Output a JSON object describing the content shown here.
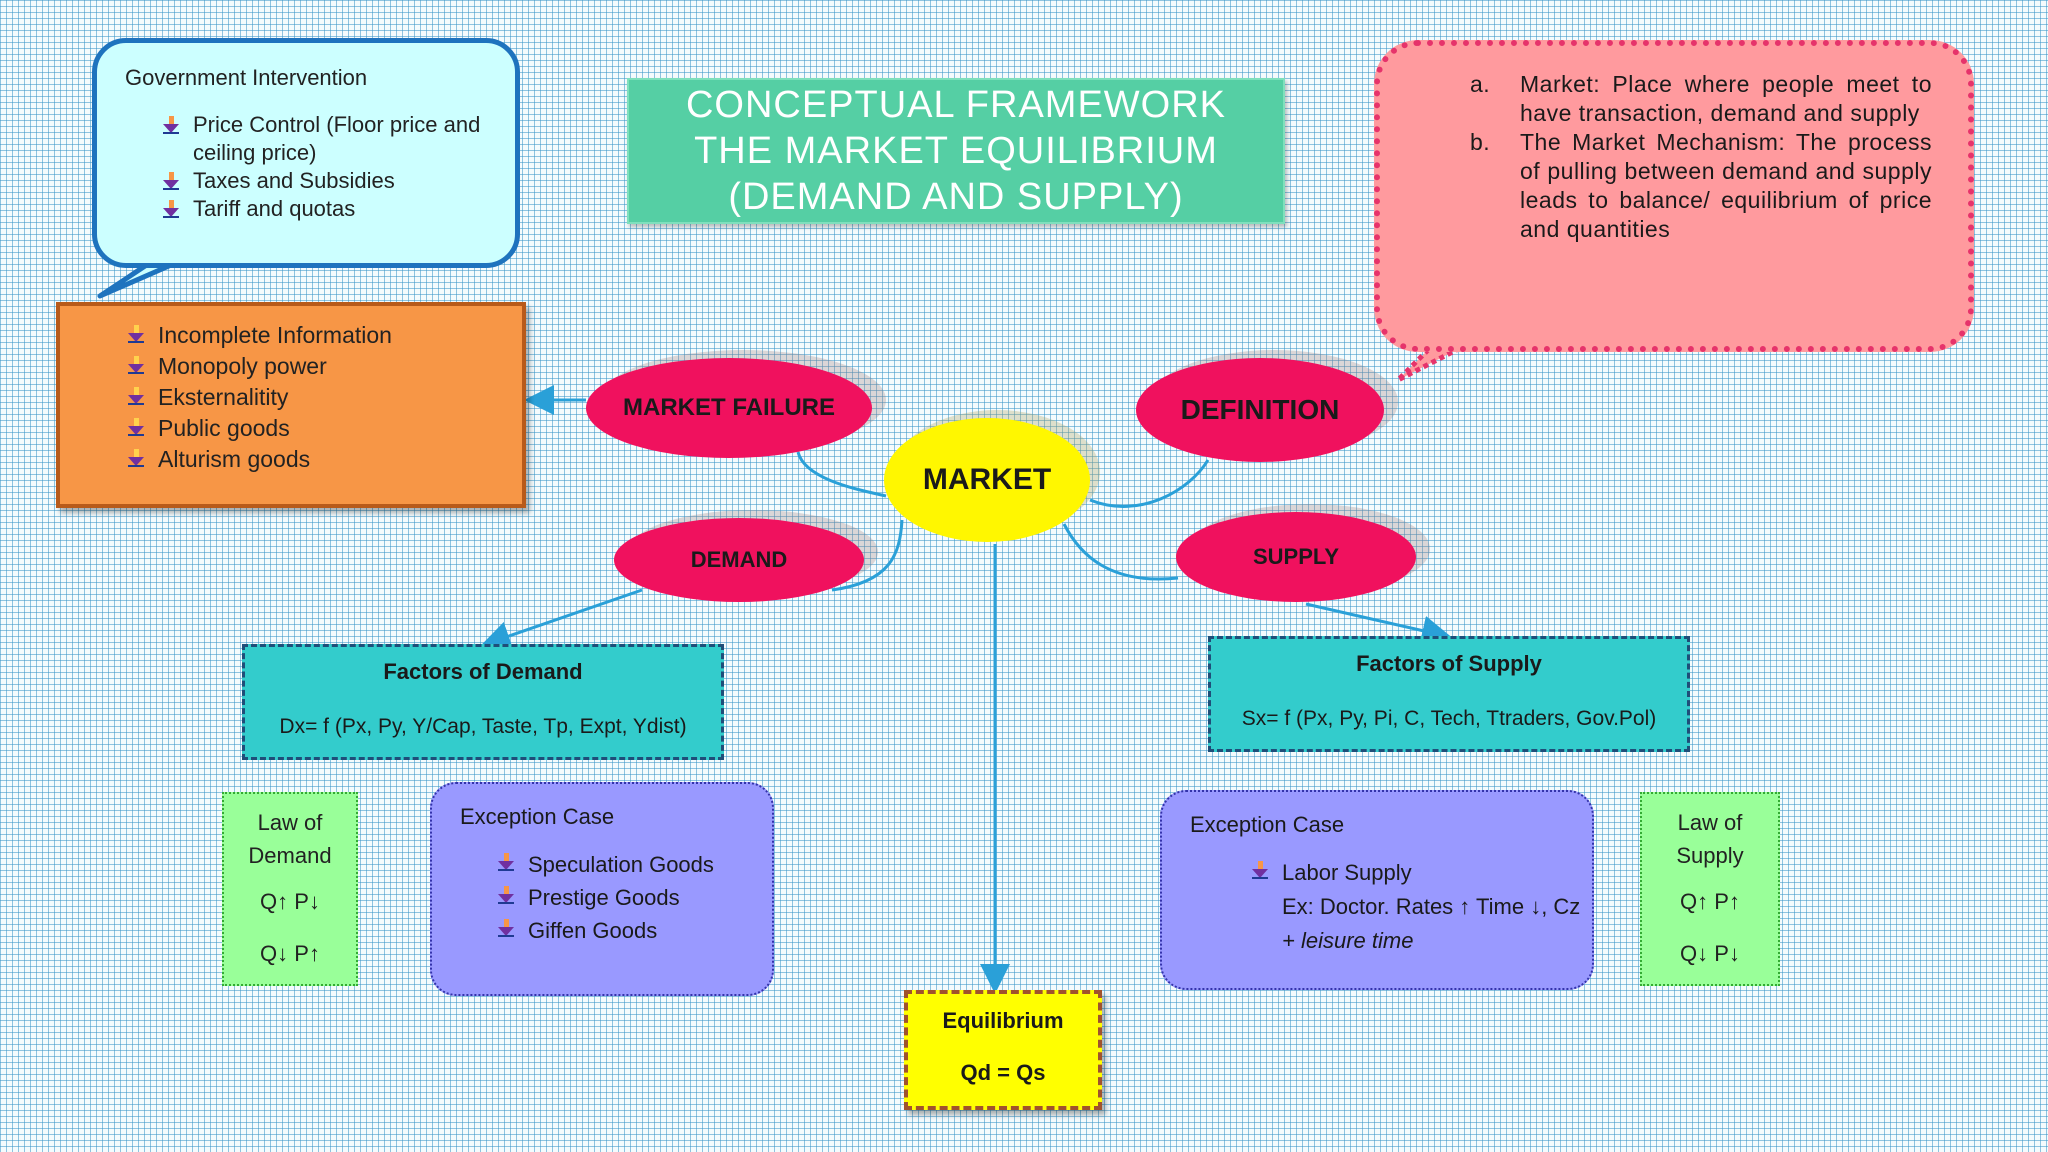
{
  "title": {
    "line1": "CONCEPTUAL FRAMEWORK",
    "line2": "THE MARKET EQUILIBRIUM",
    "line3": "(DEMAND AND SUPPLY)"
  },
  "government_intervention": {
    "heading": "Government Intervention",
    "items": [
      "Price Control (Floor price and ceiling price)",
      "Taxes and Subsidies",
      "Tariff and quotas"
    ]
  },
  "market_failure_causes": {
    "items": [
      "Incomplete Information",
      "Monopoly power",
      "Eksternalitity",
      "Public goods",
      "Alturism goods"
    ]
  },
  "definition_callout": {
    "items": [
      {
        "marker": "a.",
        "text": "Market: Place where people meet to have transaction, demand and supply"
      },
      {
        "marker": "b.",
        "text": "The Market Mechanism: The process of pulling between demand and supply leads to balance/ equilibrium of price and quantities"
      }
    ]
  },
  "nodes": {
    "market": "MARKET",
    "market_failure": "MARKET FAILURE",
    "definition": "DEFINITION",
    "demand": "DEMAND",
    "supply": "SUPPLY"
  },
  "factors_of_demand": {
    "heading": "Factors of Demand",
    "formula": "Dx= f (Px, Py, Y/Cap, Taste, Tp, Expt, Ydist)"
  },
  "factors_of_supply": {
    "heading": "Factors of Supply",
    "formula": "Sx= f (Px, Py, Pi, C, Tech, Ttraders, Gov.Pol)"
  },
  "law_of_demand": {
    "line1": "Law of",
    "line2": "Demand",
    "rule1": "Q↑ P↓",
    "rule2": "Q↓ P↑"
  },
  "law_of_supply": {
    "line1": "Law of",
    "line2": "Supply",
    "rule1": "Q↑ P↑",
    "rule2": "Q↓ P↓"
  },
  "demand_exception": {
    "heading": "Exception Case",
    "items": [
      "Speculation Goods",
      "Prestige Goods",
      "Giffen Goods"
    ]
  },
  "supply_exception": {
    "heading": "Exception Case",
    "items": [
      "Labor Supply"
    ],
    "line2": "Ex: Doctor. Rates ↑ Time ↓, Cz",
    "line3": "+ leisure time"
  },
  "equilibrium": {
    "heading": "Equilibrium",
    "formula": "Qd = Qs"
  },
  "colors": {
    "connector": "#2aa0d8",
    "ellipse": "#f0115e",
    "market": "#fff700",
    "title": "#55cfa4"
  }
}
